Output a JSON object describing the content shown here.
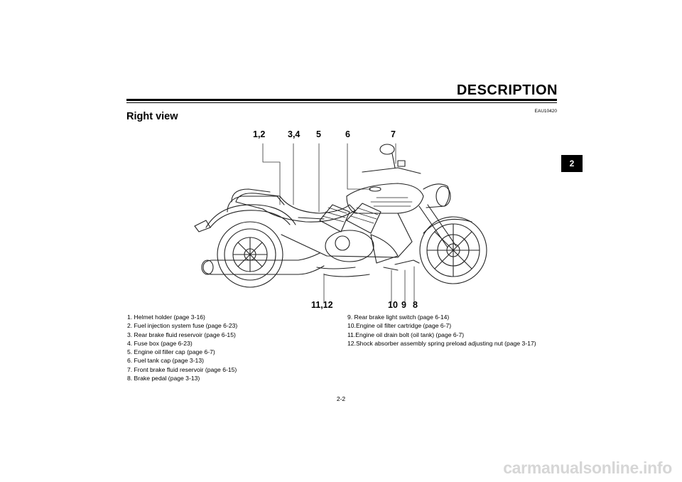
{
  "header": {
    "title": "DESCRIPTION",
    "chapter_tab": "2"
  },
  "section": {
    "code": "EAU10420",
    "title": "Right view"
  },
  "callouts": {
    "c1": "1,2",
    "c2": "3,4",
    "c3": "5",
    "c4": "6",
    "c5": "7",
    "c6": "11,12",
    "c7": "10",
    "c8": "9",
    "c9": "8"
  },
  "legend_left": [
    "1. Helmet holder (page 3-16)",
    "2. Fuel injection system fuse (page 6-23)",
    "3. Rear brake fluid reservoir (page 6-15)",
    "4. Fuse box (page 6-23)",
    "5. Engine oil filler cap (page 6-7)",
    "6. Fuel tank cap (page 3-13)",
    "7. Front brake fluid reservoir (page 6-15)",
    "8. Brake pedal (page 3-13)"
  ],
  "legend_right": [
    "9.  Rear brake light switch (page 6-14)",
    "10.Engine oil filter cartridge (page 6-7)",
    "11.Engine oil drain bolt (oil tank) (page 6-7)",
    "12.Shock absorber assembly spring preload adjusting nut (page 3-17)"
  ],
  "footer": {
    "page_number": "2-2",
    "watermark": "carmanualsonline.info"
  },
  "icons": {
    "motorcycle": "motorcycle-right-view-illustration"
  }
}
